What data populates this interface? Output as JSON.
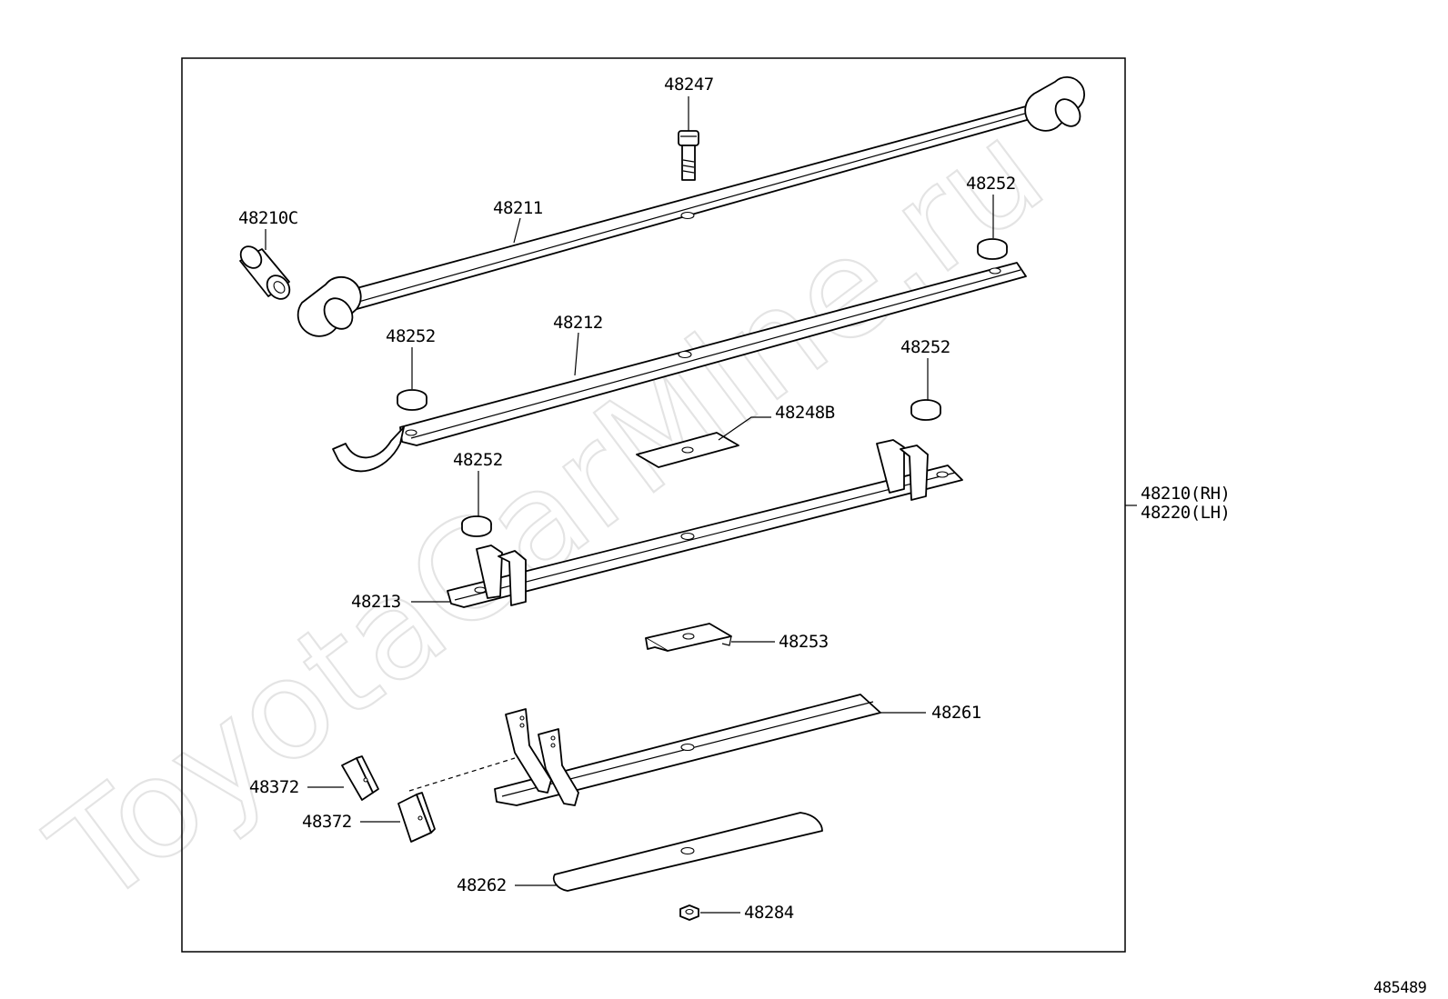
{
  "watermark": "ToyotaCarMine.ru",
  "figure_id": "485489",
  "parts": {
    "p48247": "48247",
    "p48210c": "48210C",
    "p48211": "48211",
    "p48252_a": "48252",
    "p48212": "48212",
    "p48252_b": "48252",
    "p48252_c": "48252",
    "p48248b": "48248B",
    "p48252_d": "48252",
    "p48213": "48213",
    "p48253": "48253",
    "p48261": "48261",
    "p48372_a": "48372",
    "p48372_b": "48372",
    "p48262": "48262",
    "p48284": "48284"
  },
  "assembly": {
    "rh": "48210(RH)",
    "lh": "48220(LH)"
  }
}
